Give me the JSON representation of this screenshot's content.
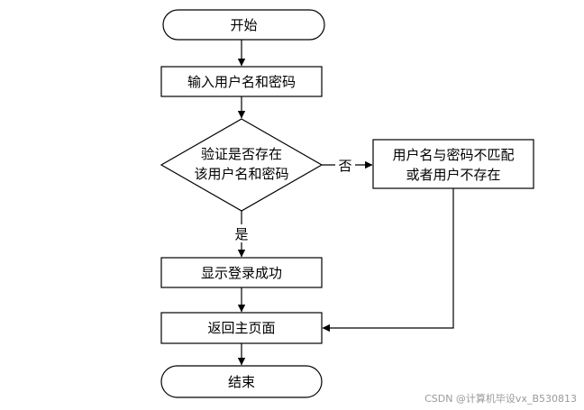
{
  "flowchart": {
    "start": "开始",
    "input": "输入用户名和密码",
    "decision_line1": "验证是否存在",
    "decision_line2": "该用户名和密码",
    "error_line1": "用户名与密码不匹配",
    "error_line2": "或者用户不存在",
    "success": "显示登录成功",
    "return_home": "返回主页面",
    "end": "结束",
    "edge_no": "否",
    "edge_yes": "是"
  },
  "watermark": "CSDN @计算机毕设vx_B530813"
}
